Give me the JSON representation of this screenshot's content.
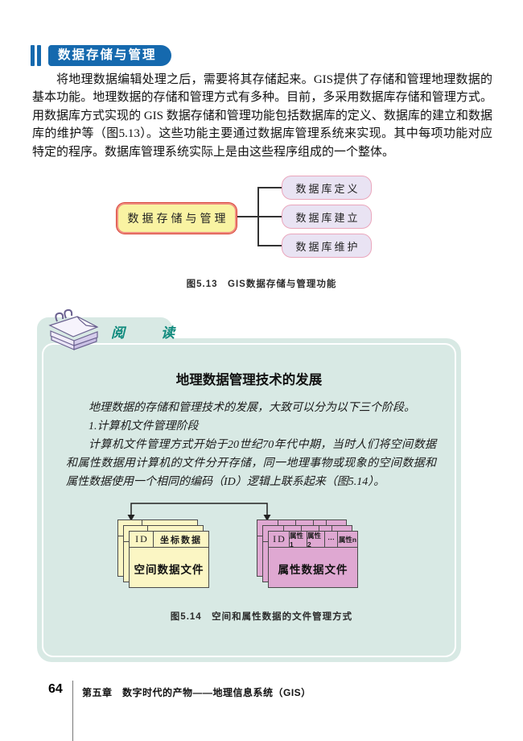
{
  "header": {
    "title": "数据存储与管理"
  },
  "intro": {
    "text": "将地理数据编辑处理之后，需要将其存储起来。GIS提供了存储和管理地理数据的基本功能。地理数据的存储和管理方式有多种。目前，多采用数据库存储和管理方式。用数据库方式实现的 GIS 数据存储和管理功能包括数据库的定义、数据库的建立和数据库的维护等（图5.13）。这些功能主要通过数据库管理系统来实现。其中每项功能对应特定的程序。数据库管理系统实际上是由这些程序组成的一个整体。"
  },
  "figure_5_13": {
    "root": "数据存储与管理",
    "children": [
      "数据库定义",
      "数据库建立",
      "数据库维护"
    ],
    "caption": "图5.13　GIS数据存储与管理功能"
  },
  "reading": {
    "label": "阅　读",
    "icon": "notebook-icon",
    "title": "地理数据管理技术的发展",
    "para1": "地理数据的存储和管理技术的发展，大致可以分为以下三个阶段。",
    "para2": "1.计算机文件管理阶段",
    "para3": "计算机文件管理方式开始于20世纪70年代中期，当时人们将空间数据和属性数据用计算机的文件分开存储，同一地理事物或现象的空间数据和属性数据使用一个相同的编码（ID）逻辑上联系起来（图5.14）。"
  },
  "figure_5_14": {
    "spatial_file": {
      "id_header": "ID",
      "data_header": "坐标数据",
      "label": "空间数据文件"
    },
    "attribute_file": {
      "id_header": "ID",
      "attr_headers": [
        "属性1",
        "属性2",
        "⋯",
        "属性n"
      ],
      "label": "属性数据文件"
    },
    "caption": "图5.14　空间和属性数据的文件管理方式"
  },
  "footer": {
    "page_number": "64",
    "chapter": "第五章　数字时代的产物——地理信息系统（GIS）"
  },
  "colors": {
    "header_blue": "#1569ae",
    "reading_bg": "#d8e9e4",
    "reading_accent": "#0f8a7d",
    "root_box_fill": "#f9f3a2",
    "root_box_border": "#d8473c",
    "child_box_fill": "#e9e3f3",
    "child_box_border": "#eaa6bc",
    "spatial_card_fill": "#fbf6c4",
    "attribute_card_fill": "#dfa8d2"
  }
}
